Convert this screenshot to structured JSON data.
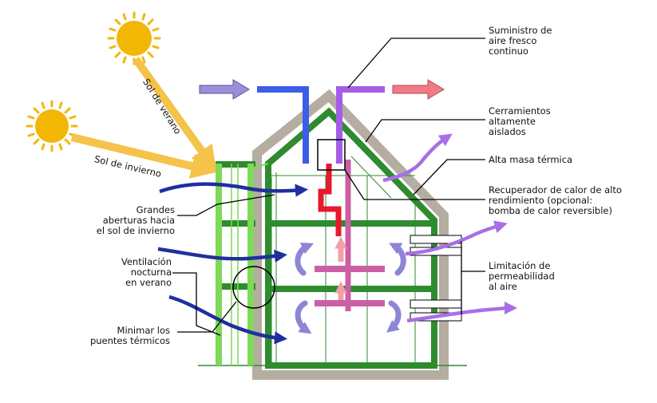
{
  "labels": {
    "sol_verano": "Sol de verano",
    "sol_invierno": "Sol de invierno",
    "suministro": [
      "Suministro de",
      "aire fresco",
      "continuo"
    ],
    "cerramientos": [
      "Cerramientos",
      "altamente",
      "aislados"
    ],
    "masa": [
      "Alta masa térmica"
    ],
    "recuperador": [
      "Recuperador de calor de alto",
      "rendimiento (opcional:",
      "bomba de calor reversible)"
    ],
    "limitacion": [
      "Limitación de",
      "permeabilidad",
      "al aire"
    ],
    "aberturas": [
      "Grandes",
      "aberturas hacia",
      "el sol de invierno"
    ],
    "ventilacion": [
      "Ventilación",
      "nocturna",
      "en verano"
    ],
    "puentes": [
      "Minimar los",
      "puentes térmicos"
    ]
  },
  "colors": {
    "sun": "#f2b705",
    "sun_ray": "#f5c24a",
    "house_frame": "#2e8b2e",
    "light_green": "#7ed957",
    "insulation": "#b5ada2",
    "supply_duct": "#3b5ee8",
    "exhaust_duct": "#a35ee6",
    "hot_duct": "#e8182d",
    "distribution": "#cc5fa3",
    "inlet_arrow": "#9b8fd9",
    "outlet_arrow": "#ee7b85",
    "wind_arrow": "#1f2f9e",
    "leak_arrow": "#a86ee8",
    "swirl": "#8d86d6",
    "leader": "#000000"
  },
  "icons": [
    "sun-icon",
    "inlet-arrow-icon",
    "outlet-arrow-icon",
    "wind-arrow-icon",
    "swirl-arrow-icon",
    "leak-arrow-icon"
  ]
}
